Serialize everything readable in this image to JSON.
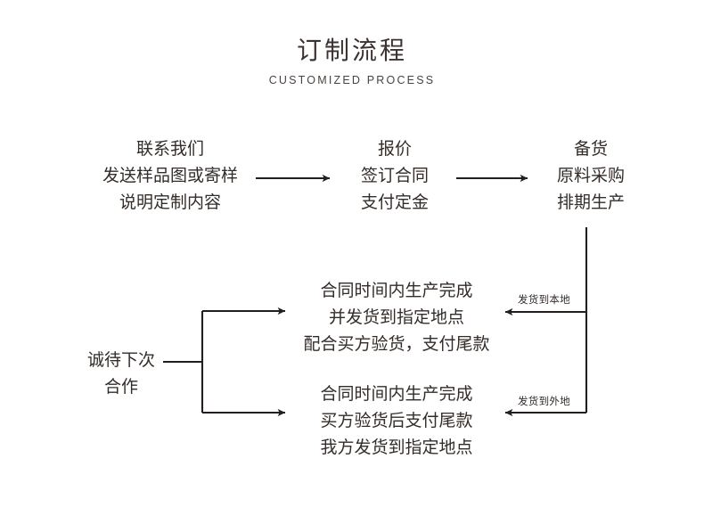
{
  "header": {
    "title_cn": "订制流程",
    "title_en": "CUSTOMIZED PROCESS"
  },
  "colors": {
    "background": "#ffffff",
    "text": "#332c29",
    "line": "#231f1e"
  },
  "flow": {
    "steps": [
      {
        "id": "contact",
        "lines": [
          "联系我们",
          "发送样品图或寄样",
          "说明定制内容"
        ]
      },
      {
        "id": "quote",
        "lines": [
          "报价",
          "签订合同",
          "支付定金"
        ]
      },
      {
        "id": "stock",
        "lines": [
          "备货",
          "原料采购",
          "排期生产"
        ]
      },
      {
        "id": "local",
        "lines": [
          "合同时间内生产完成",
          "并发货到指定地点",
          "配合买方验货，支付尾款"
        ]
      },
      {
        "id": "remote",
        "lines": [
          "合同时间内生产完成",
          "买方验货后支付尾款",
          "我方发货到指定地点"
        ]
      },
      {
        "id": "next",
        "lines": [
          "诚待下次",
          "合作"
        ]
      }
    ],
    "edge_labels": {
      "local": "发货到本地",
      "remote": "发货到外地"
    }
  }
}
